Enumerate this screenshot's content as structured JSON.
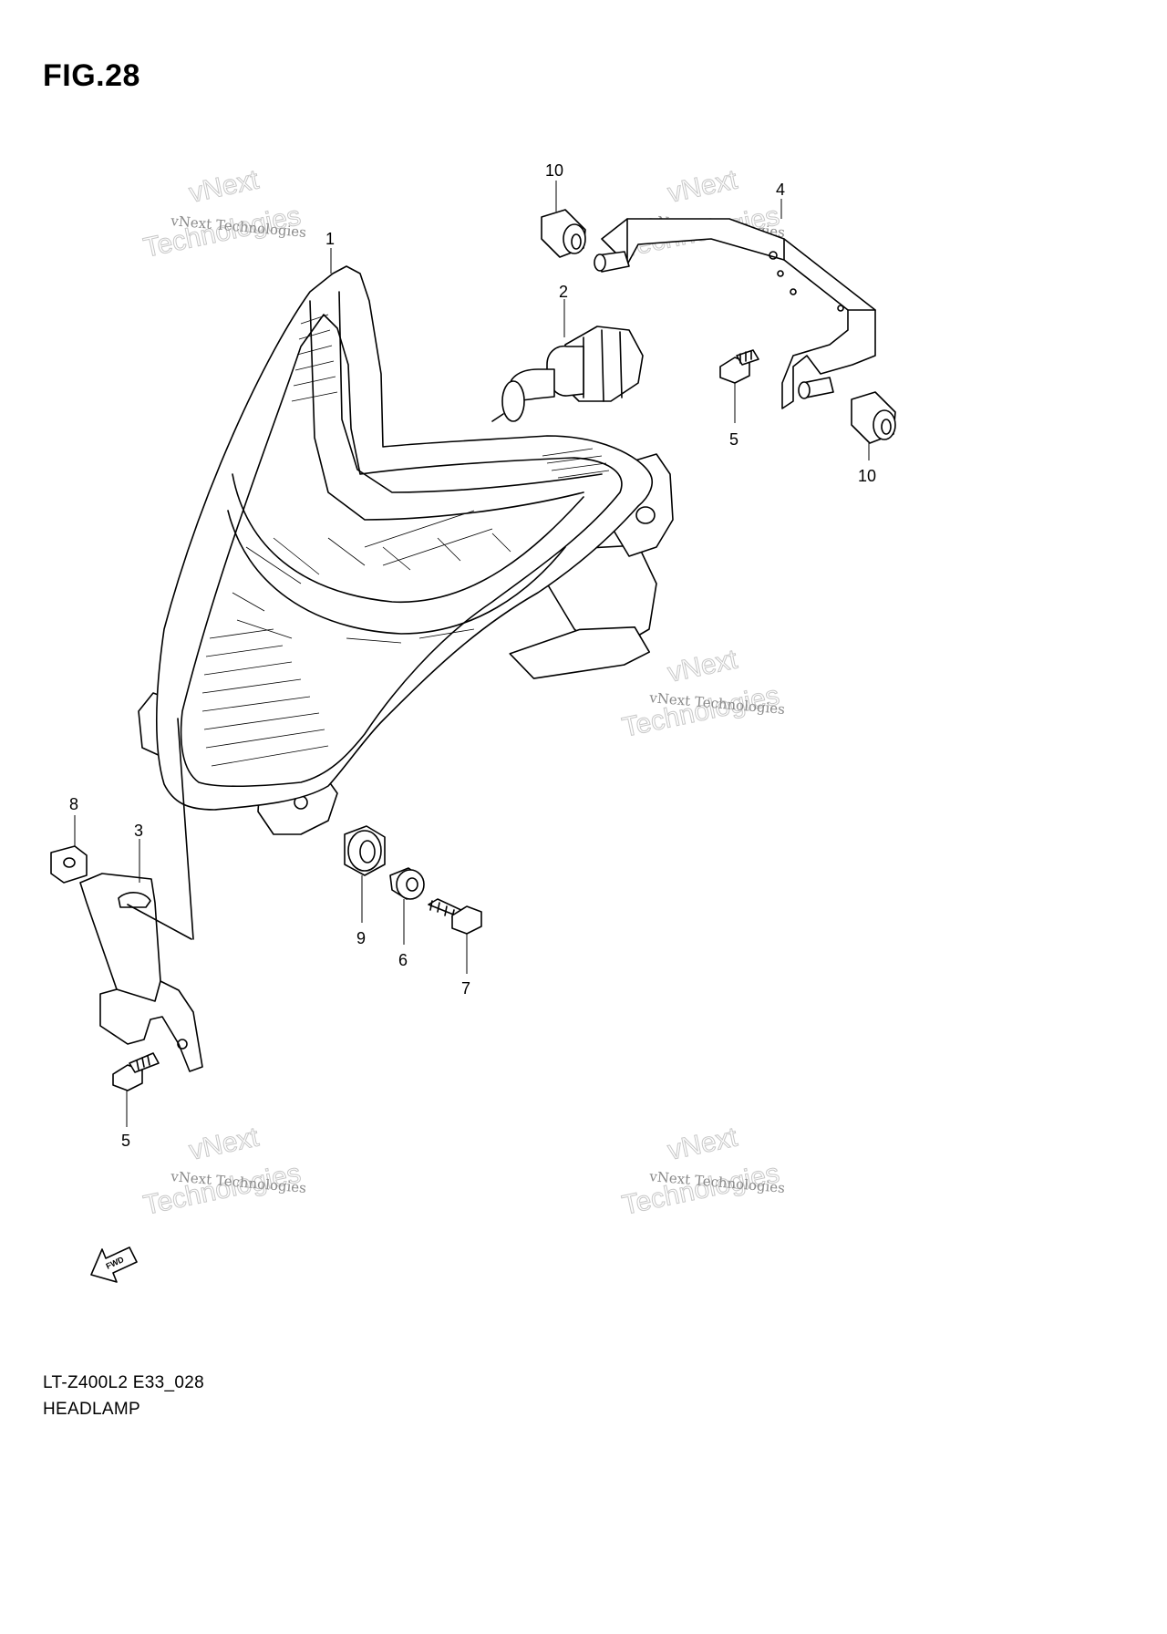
{
  "figure": {
    "title": "FIG.28",
    "model_code": "LT-Z400L2 E33_028",
    "section_name": "HEADLAMP"
  },
  "callouts": {
    "c1": "1",
    "c2": "2",
    "c3": "3",
    "c4": "4",
    "c5a": "5",
    "c5b": "5",
    "c6": "6",
    "c7": "7",
    "c8": "8",
    "c9": "9",
    "c10a": "10",
    "c10b": "10"
  },
  "watermark": {
    "line_small": "vNext Technologies",
    "line_big_top": "vNext",
    "line_big_bottom": "Technologies"
  },
  "fwd_arrow": {
    "label": "FWD"
  }
}
